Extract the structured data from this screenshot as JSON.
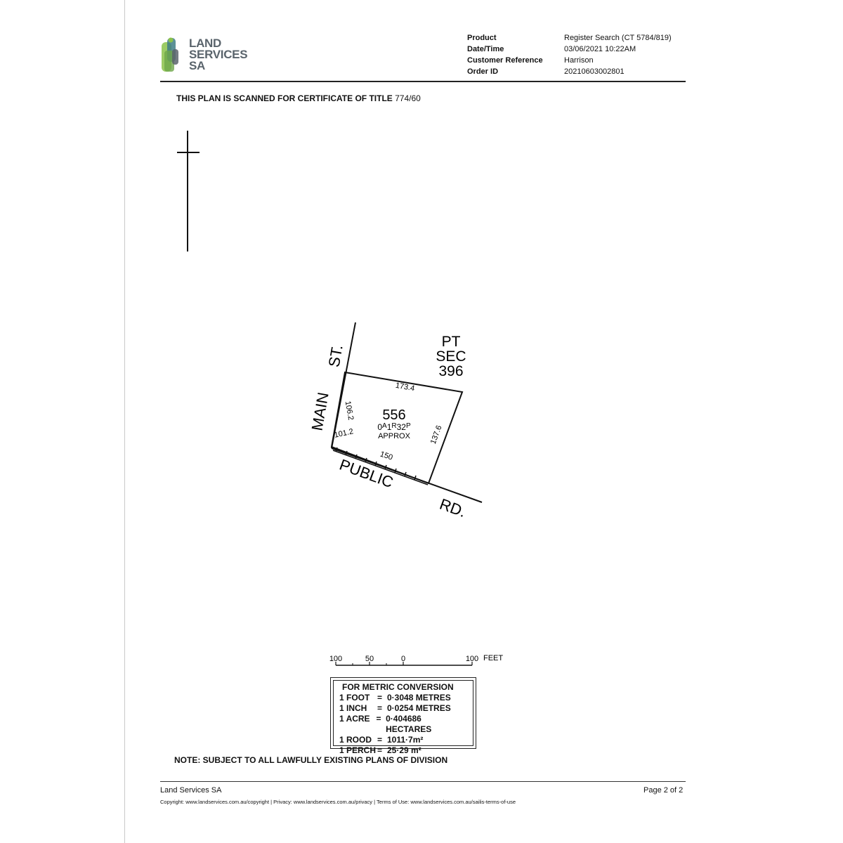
{
  "header": {
    "logo_lines": [
      "LAND",
      "SERVICES",
      "SA"
    ],
    "meta": [
      {
        "label": "Product",
        "value": "Register Search (CT 5784/819)"
      },
      {
        "label": "Date/Time",
        "value": "03/06/2021 10:22AM"
      },
      {
        "label": "Customer Reference",
        "value": "Harrison"
      },
      {
        "label": "Order ID",
        "value": "20210603002801"
      }
    ]
  },
  "plan": {
    "title": "THIS PLAN IS SCANNED FOR CERTIFICATE OF TITLE",
    "title_ref": "774/60",
    "labels": {
      "st": "ST.",
      "main": "MAIN",
      "pt": "PT",
      "sec": "SEC",
      "sec_no": "396",
      "lot": "556",
      "area_a": "0",
      "area_a_unit": "A",
      "area_r": "1",
      "area_r_unit": "R",
      "area_p": "32",
      "area_p_unit": "P",
      "approx": "APPROX",
      "public": "PUBLIC",
      "rd": "RD."
    },
    "dimensions": {
      "top": "173.4",
      "left_upper": "106.2",
      "left_lower": "101.2",
      "right": "137.6",
      "bottom": "150"
    }
  },
  "scale": {
    "ticks": [
      "100",
      "50",
      "0",
      "100"
    ],
    "unit": "FEET"
  },
  "metric": {
    "title": "FOR METRIC CONVERSION",
    "rows": [
      {
        "unit": "1 FOOT",
        "eq": "=",
        "value": "0·3048 METRES"
      },
      {
        "unit": "1 INCH",
        "eq": "=",
        "value": "0·0254 METRES"
      },
      {
        "unit": "1 ACRE",
        "eq": "=",
        "value": "0·404686 HECTARES"
      },
      {
        "unit": "1 ROOD",
        "eq": "=",
        "value": "1011·7m²"
      },
      {
        "unit": "1 PERCH",
        "eq": "=",
        "value": "25·29 m²"
      }
    ]
  },
  "note": "NOTE: SUBJECT TO ALL LAWFULLY EXISTING PLANS OF DIVISION",
  "footer": {
    "org": "Land Services SA",
    "page": "Page 2 of 2",
    "links": "Copyright: www.landservices.com.au/copyright | Privacy: www.landservices.com.au/privacy | Terms of Use: www.landservices.com.au/sailis-terms-of-use"
  },
  "colors": {
    "logo_green": "#8bc24a",
    "logo_teal": "#3f7e86",
    "logo_grey": "#5a646c"
  }
}
